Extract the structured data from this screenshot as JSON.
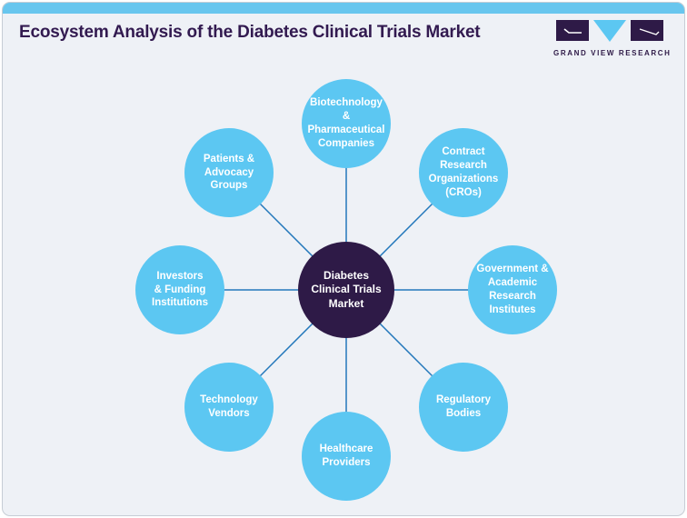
{
  "title": "Ecosystem Analysis of the Diabetes Clinical Trials Market",
  "logo": {
    "brand": "GRAND VIEW RESEARCH"
  },
  "colors": {
    "top_bar_blue": "#68c6ee",
    "circle_blue": "#5cc7f2",
    "hub_purple": "#2e1a47",
    "title_purple": "#321a50",
    "spoke_line_blue": "#2478bb",
    "card_background": "#eef1f6"
  },
  "diagram": {
    "center": {
      "label": "Diabetes\nClinical Trials\nMarket"
    },
    "nodes": [
      {
        "label": "Biotechnology\n&\nPharmaceutical\nCompanies",
        "position": "top"
      },
      {
        "label": "Contract\nResearch\nOrganizations\n(CROs)",
        "position": "top-right"
      },
      {
        "label": "Government &\nAcademic\nResearch\nInstitutes",
        "position": "right"
      },
      {
        "label": "Regulatory\nBodies",
        "position": "bottom-right"
      },
      {
        "label": "Healthcare\nProviders",
        "position": "bottom"
      },
      {
        "label": "Technology\nVendors",
        "position": "bottom-left"
      },
      {
        "label": "Investors\n& Funding\nInstitutions",
        "position": "left"
      },
      {
        "label": "Patients &\nAdvocacy\nGroups",
        "position": "top-left"
      }
    ]
  }
}
